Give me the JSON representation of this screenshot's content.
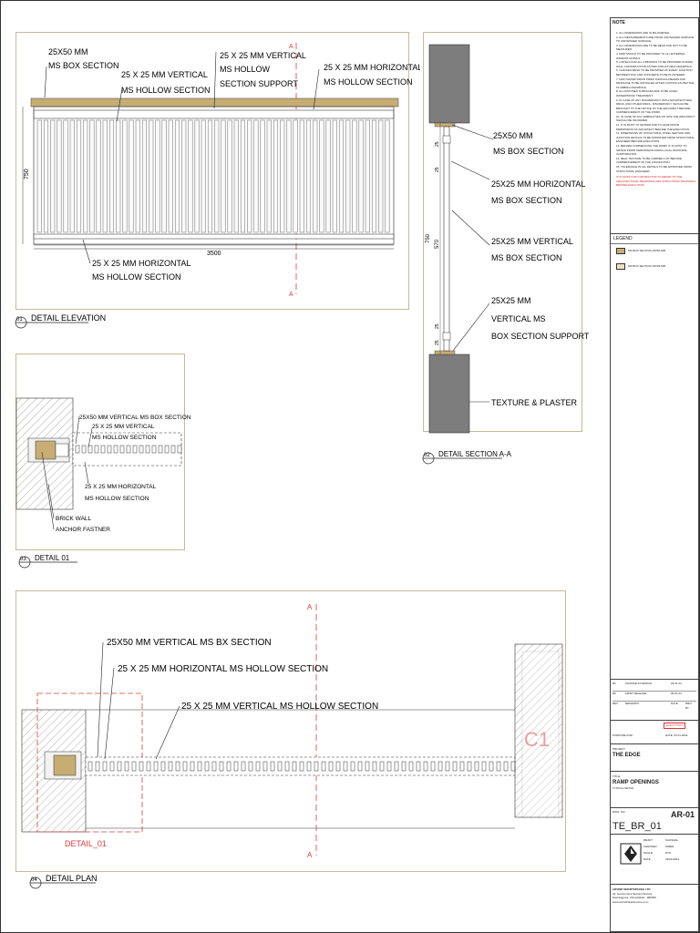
{
  "detail_elevation": {
    "number": "01",
    "title": "DETAIL ELEVATION",
    "callouts": {
      "box_top_1": "25X50 MM",
      "box_top_2": "MS BOX SECTION",
      "vertical_1": "25 X 25 MM VERTICAL",
      "vertical_2": "MS HOLLOW SECTION",
      "support_1": "25 X 25 MM VERTICAL",
      "support_2": "MS HOLLOW",
      "support_3": "SECTION SUPPORT",
      "horizontal_top_1": "25 X 25 MM HORIZONTAL",
      "horizontal_top_2": "MS HOLLOW SECTION",
      "horizontal_bottom_1": "25 X 25 MM HORIZONTAL",
      "horizontal_bottom_2": "MS HOLLOW SECTION"
    },
    "dim_height": "750",
    "dim_width": "3500",
    "section_marker": "A"
  },
  "detail_section": {
    "number": "02",
    "title": "DETAIL SECTION A-A",
    "callouts": {
      "box_1": "25X50 MM",
      "box_2": "MS BOX SECTION",
      "horizontal_1": "25X25 MM HORIZONTAL",
      "horizontal_2": "MS BOX SECTION",
      "vertical_1": "25X25 MM VERTICAL",
      "vertical_2": "MS BOX SECTION",
      "support_1": "25X25 MM",
      "support_2": "VERTICAL MS",
      "support_3": "BOX SECTION SUPPORT",
      "texture": "TEXTURE & PLASTER"
    },
    "dims": [
      "25",
      "25",
      "750",
      "570",
      "25",
      "25"
    ]
  },
  "detail_01": {
    "number": "03",
    "title": "DETAIL 01",
    "callouts": {
      "box": "25X50 MM VERTICAL MS BOX SECTION",
      "vertical_1": "25 X 25 MM VERTICAL",
      "vertical_2": "MS HOLLOW SECTION",
      "horizontal_1": "25 X 25 MM HORIZONTAL",
      "horizontal_2": "MS HOLLOW SECTION",
      "brick": "BRICK WALL",
      "anchor": "ANCHOR FASTNER"
    }
  },
  "detail_plan": {
    "number": "04",
    "title": "DETAIL PLAN",
    "callouts": {
      "box": "25X50 MM VERTICAL MS BX SECTION",
      "horizontal": "25 X 25 MM HORIZONTAL MS HOLLOW SECTION",
      "vertical": "25 X 25 MM VERTICAL MS HOLLOW SECTION"
    },
    "detail_ref": "DETAIL_01",
    "column_tag": "C1",
    "section_marker": "A"
  },
  "title_block": {
    "notes_heading": "NOTE",
    "notes": [
      "1. ALL DIMENSIONS ARE IN MILLIMETER.",
      "2. ALL MEASUREMENTS ARE FROM UNFINISHED SURFACE TO UNFINISHED SURFACE.",
      "3. ALL DIMENSIONS ARE TO BE READ AND NOT TO BE MEASURED.",
      "4. DRIP MOULD TO BE PROVIDED TO ALL EXTERNAL WINDOW LINTELS.",
      "5. LINTELS FOR ALL OPENINGS TO BE PROVIDED DURING WALL CONSTRUCTION AS PER STRUCTURAL DRAWINGS.",
      "6. CHICKEN MESH TO BE PROVIDED AT EVERY JUNCTION BETWEEN RCC AND CONCRETE TO BE PLASTERED.",
      "7. RAIN WATER DRAIN PIPES THROUGH BEAMS AND DRAINAGE TO BE INSTALLED AFTER CASTING AS PER THE PLUMBING DRAWINGS.",
      "8. ALL EXPOSED SURFACES ARE TO BE GIVEN WATERPROOF TREATMENT.",
      "9. IN CASE OF ANY DISCREPANCY WITH ARCHITECTURAL DRGS. AND OTHER DRGS., DISCREPANCY SHOULD BE BROUGHT TO THE NOTICE OF THE ARCHITECT BEFORE COMMENCEMENT OF THE WORK.",
      "10. IN CASE OF ANY AMBIGUITIES ON SITE THE ARCHITECT SHOULD BE INFORMED.",
      "11. IT IS MUST TO INFORM AND TO HAVE PRIOR PERMISSION OF ARCHITECT BEFORE THE EXECUTION.",
      "12. DIMENSIONS OF STRUCTURAL STEEL SECTION AND JUNCTION DETAILS TO BE APPROVED FROM STRUCTURAL ENGINEER BEFORE EXECUTION.",
      "13. BEFORE COMMENCING THE WORK IT IS MUST TO OBTAIN PRIOR PERMISSION FROM LOCAL MUNICIPAL CORPORATION.",
      "14. REAL TEXTURE TO BE CARRIED OUT BEFORE COMMENCEMENT OF THE FOUNDATION.",
      "15. TOLERANCE IN ALL DETAILS TO BE APPROVED FROM STRUCTURAL ENGINEER."
    ],
    "warning": "IT IS MUST FOR CONTRACTOR TO REFER TO THE ARCHITECTURAL DRAWINGS AND STRUCTURAL DRAWINGS BEFORE EXECUTION.",
    "legend_heading": "LEGEND",
    "legend": [
      {
        "swatch": "#c7ad72",
        "text": "MS BOX SECTION 25X50 MM"
      },
      {
        "swatch": "#ece2c4",
        "text": "MS BOX SECTION 25X25 MM"
      }
    ],
    "revisions": [
      {
        "no": "R1",
        "desc": "CHANGE IN DESIGN",
        "date": "23.01.24"
      },
      {
        "no": "R0",
        "desc": "FIRST RELEASE",
        "date": "06.01.24"
      },
      {
        "no": "REV",
        "desc": "REMARKS",
        "date": "DATE",
        "by": "DRN. BY"
      }
    ],
    "purpose_label": "PURPOSE FOR",
    "purpose_value": "EXECUTION",
    "date_value": "DATE: 23.01.2024",
    "project_label": "PROJECT",
    "project_value": "THE EDGE",
    "title_label": "TITLE",
    "title_value": "RAMP OPENINGS",
    "title_sub": "TYPICAL DETAIL",
    "dwg_label": "DWG. NO.",
    "sheet_no": "AR-01",
    "dwg_no": "TE_BR_01",
    "credits": [
      {
        "role": "DRAFT",
        "name": "KAUSHAL"
      },
      {
        "role": "CHECKED",
        "name": "HIREN"
      },
      {
        "role": "SCALE",
        "name": "NTS"
      },
      {
        "role": "DATE",
        "name": "23/01/2024"
      }
    ],
    "firm_name": "ARVIND SMARTSPACES LTD",
    "firm_address_1": "24, Government Servant Society,",
    "firm_address_2": "Navrangpura, Ahmedabad - 380009",
    "firm_web": "www.arvindinfrastructure.com"
  }
}
